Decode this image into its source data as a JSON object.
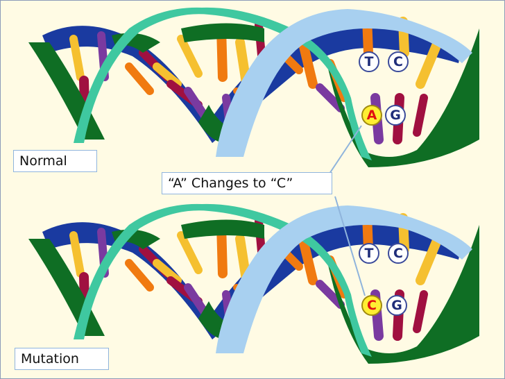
{
  "labels": {
    "normal": "Normal",
    "mutation": "Mutation",
    "change": "“A” Changes to “C”"
  },
  "bases": {
    "normal_top_left": "T",
    "normal_top_right": "C",
    "normal_bottom_left": "A",
    "normal_bottom_right": "G",
    "mutation_top_left": "T",
    "mutation_top_right": "C",
    "mutation_bottom_left": "C",
    "mutation_bottom_right": "G"
  },
  "colors": {
    "background": "#fffbe4",
    "strand_teal": "#3fc8a0",
    "strand_lightblue": "#a8d0f0",
    "strand_darkgreen": "#0f6e24",
    "strand_navy": "#1a3aa0",
    "base_yellow": "#f5c030",
    "base_orange": "#f07a10",
    "base_purple": "#7a3aa0",
    "base_crimson": "#a01040",
    "highlight": "#ffee33"
  }
}
